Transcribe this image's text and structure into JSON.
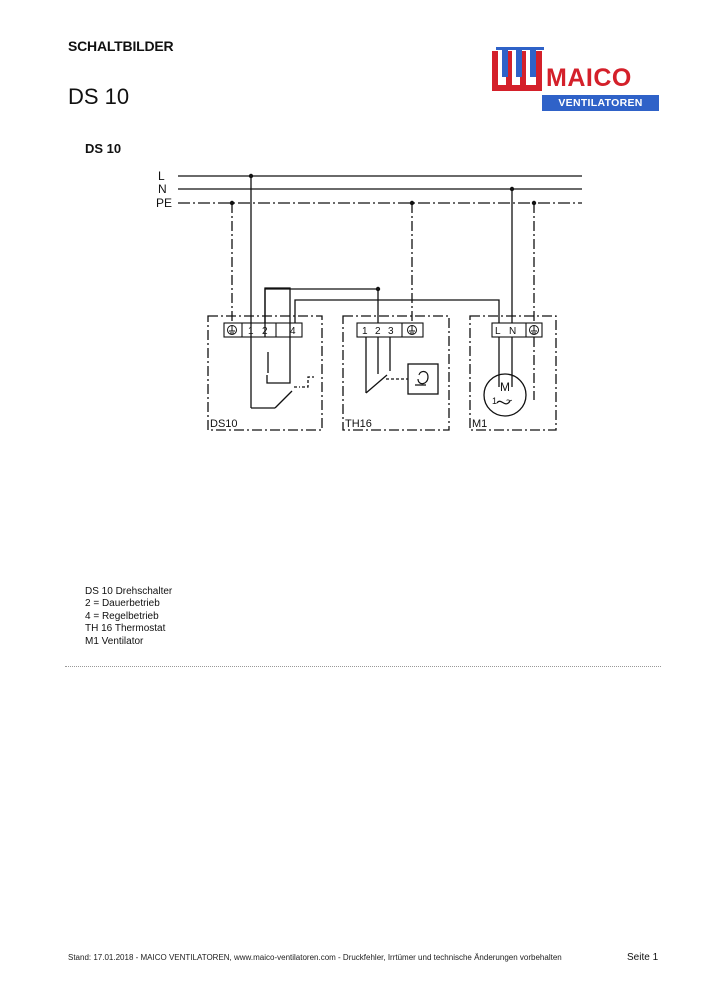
{
  "header": {
    "section": "SCHALTBILDER",
    "title": "DS 10"
  },
  "logo": {
    "brand": "MAICO",
    "subtitle": "VENTILATOREN",
    "brand_color": "#d4202a",
    "subtitle_bg": "#2f62c8"
  },
  "diagram": {
    "heading": "DS 10",
    "bus_labels": [
      "L",
      "N",
      "PE"
    ],
    "devices": [
      {
        "label": "DS10",
        "terminals": [
          "1",
          "2",
          "4"
        ]
      },
      {
        "label": "TH16",
        "terminals": [
          "1",
          "2",
          "3"
        ]
      },
      {
        "label": "M1",
        "terminals": [
          "L",
          "N"
        ]
      }
    ],
    "motor": {
      "letter": "M",
      "phase": "1",
      "symbol": "~"
    }
  },
  "legend": [
    "DS 10 Drehschalter",
    "2 = Dauerbetrieb",
    "4 = Regelbetrieb",
    "TH 16 Thermostat",
    "M1 Ventilator"
  ],
  "footer": {
    "note": "Stand: 17.01.2018 - MAICO VENTILATOREN, www.maico-ventilatoren.com - Druckfehler, Irrtümer und technische Änderungen vorbehalten",
    "page": "Seite 1"
  }
}
